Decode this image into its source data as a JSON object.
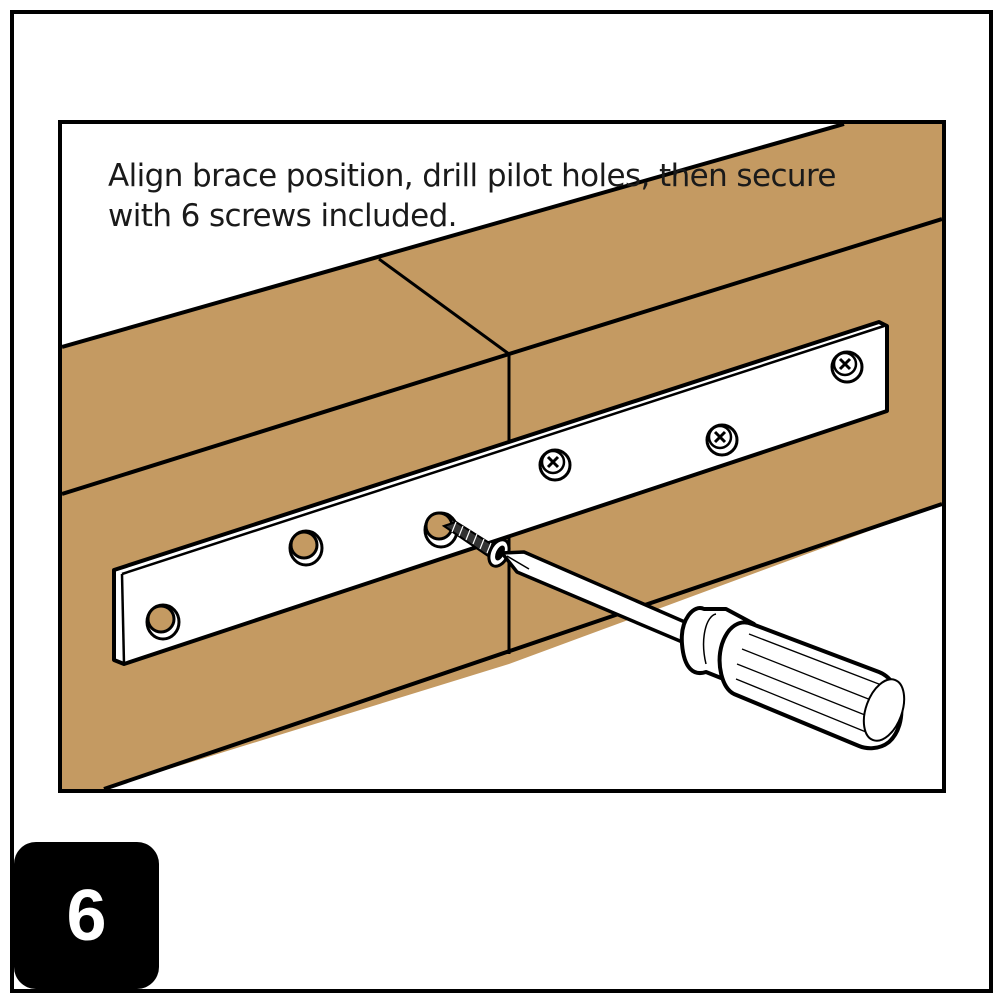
{
  "instruction": {
    "line1": "Align brace position, drill pilot holes, then secure",
    "line2": "with 6 screws included."
  },
  "step": {
    "number": "6"
  },
  "colors": {
    "wood": "#c49a62",
    "outline": "#000000",
    "background": "#ffffff",
    "brace": "#ffffff"
  },
  "illustration": {
    "objects": [
      "wood-beam-left",
      "wood-beam-right",
      "metal-brace",
      "screw",
      "screwdriver"
    ],
    "brace_holes": {
      "empty": 3,
      "with_screws": 3
    }
  }
}
